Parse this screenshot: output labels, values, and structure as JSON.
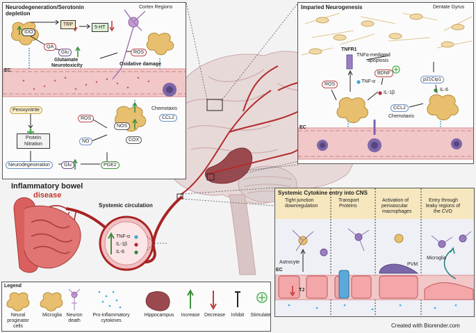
{
  "colors": {
    "vessel": "#f1c7c8",
    "vessel_border": "#d98b8e",
    "astro": "#e8bf6e",
    "neuron": "#b58ec6",
    "microglia_purple": "#7c67a8",
    "green_arrow": "#3e8f3e",
    "red_arrow": "#c43b3b",
    "ibd_red": "#c0392b",
    "accent_orange": "#e8a13a"
  },
  "cortex_panel": {
    "title_line1": "Neurodegeneration/Serotonin",
    "title_line2": "depletion",
    "region": "Cortex Regions",
    "ido": "IDO",
    "trp": "TRP",
    "ht": "5-HT",
    "qa": "QA",
    "glu": "Glu",
    "glutamate_tox_1": "Glutamate",
    "glutamate_tox_2": "Neurotoxicity",
    "ros": "ROS",
    "oxidative": "Oxidative damage",
    "ec": "EC",
    "peroxynitrite": "Peroxynitrite",
    "ros2": "ROS",
    "no": "NO",
    "nos": "NOS",
    "cox": "COX",
    "ccl2": "CCL2",
    "chemotaxis": "Chemotaxis",
    "protein_nitration_1": "Protein",
    "protein_nitration_2": "Nitration",
    "neurodegeneration": "Neurodegeneration",
    "glu2": "Glu",
    "pge2": "PGE2"
  },
  "neurogenesis_panel": {
    "title": "Imparied Neurogenesis",
    "region": "Dentate Gyrus",
    "tnfr1": "TNFR1",
    "tnf_apoptosis_1": "TNFα-mediated",
    "tnf_apoptosis_2": "apoptosis",
    "ros": "ROS",
    "tnf": "TNF-α",
    "bdnf": "BDNF",
    "il1b": "IL-1β",
    "p21": "p21Cip1",
    "il6": "IL-6",
    "ccl2": "CCL2",
    "chemotaxis": "Chemotaxis",
    "ec": "EC"
  },
  "ibd": {
    "title_line1": "Inflammatory bowel",
    "title_line2": "disease",
    "systemic": "Systemic circulation",
    "cytokines": [
      "TNF-α",
      "IL-1β",
      "IL-6"
    ]
  },
  "cns_panel": {
    "title": "Systemic Cytokine entry into CNS",
    "cols": [
      {
        "line1": "Tight junction",
        "line2": "downregulation"
      },
      {
        "line1": "Transport",
        "line2": "Proteins"
      },
      {
        "line1": "Activation of",
        "line2": "perivascular",
        "line3": "macrophages"
      },
      {
        "line1": "Entry through",
        "line2": "leaky regions of",
        "line3": "the CVO"
      }
    ],
    "astrocyte": "Astrocyte",
    "microglia": "Microglia",
    "ec": "EC",
    "tj": "TJ",
    "pvm": "PVM"
  },
  "legend": {
    "title": "Legend",
    "items": [
      {
        "line1": "Neural",
        "line2": "proginator",
        "line3": "cells"
      },
      {
        "line1": "Microglia"
      },
      {
        "line1": "Neuron",
        "line2": "death"
      },
      {
        "line1": "Pro-inflammatory",
        "line2": "cytokines"
      },
      {
        "line1": "Hippocampus"
      },
      {
        "line1": "Increase"
      },
      {
        "line1": "Decrease"
      },
      {
        "line1": "Inhibit"
      },
      {
        "line1": "Stimulate"
      }
    ]
  },
  "footer": "Created with Biorender.com"
}
